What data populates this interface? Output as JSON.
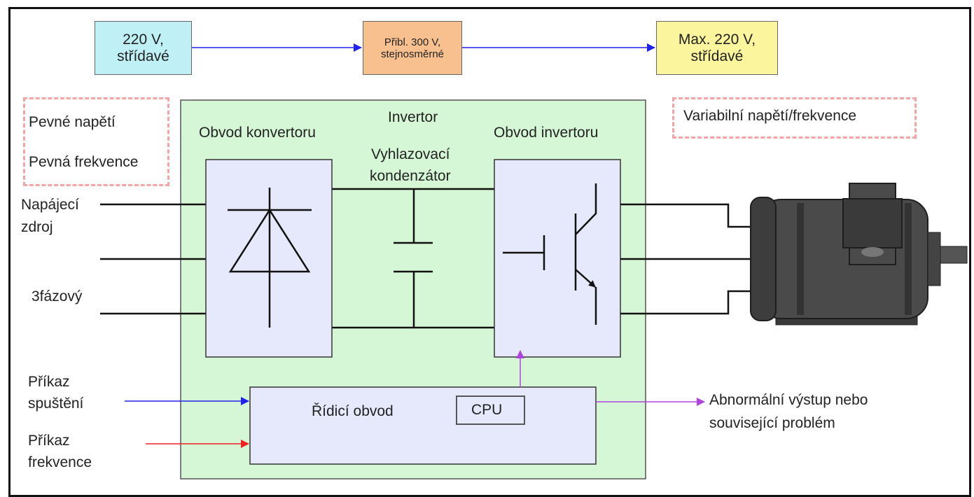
{
  "top_flow": {
    "input": {
      "line1": "220 V,",
      "line2": "střídavé",
      "color": "#bff0f5"
    },
    "dc": {
      "line1": "Přibl. 300 V,",
      "line2": "stejnosměrné",
      "color": "#f9c08f"
    },
    "output": {
      "line1": "Max. 220 V,",
      "line2": "střídavé",
      "color": "#fbf59e"
    }
  },
  "fixed_box": {
    "voltage": "Pevné napětí",
    "frequency": "Pevná frekvence"
  },
  "variable_box": {
    "label": "Variabilní napětí/frekvence"
  },
  "inverter": {
    "title": "Invertor",
    "converter_label": "Obvod konvertoru",
    "capacitor_line1": "Vyhlazovací",
    "capacitor_line2": "kondenzátor",
    "inverter_circuit_label": "Obvod invertoru",
    "control_label": "Řídicí obvod",
    "cpu_label": "CPU",
    "fill_color": "#d6f7d6",
    "block_fill_color": "#e6e9fb"
  },
  "power_input": {
    "line1": "Napájecí",
    "line2": "zdroj",
    "phase": "3fázový"
  },
  "commands": {
    "start_line1": "Příkaz",
    "start_line2": "spuštění",
    "freq_line1": "Příkaz",
    "freq_line2": "frekvence"
  },
  "fault_output": {
    "line1": "Abnormální výstup nebo",
    "line2": "související problém"
  },
  "colors": {
    "blue_arrow": "#2222ee",
    "red_arrow": "#ee2222",
    "purple_arrow": "#b044e0"
  }
}
